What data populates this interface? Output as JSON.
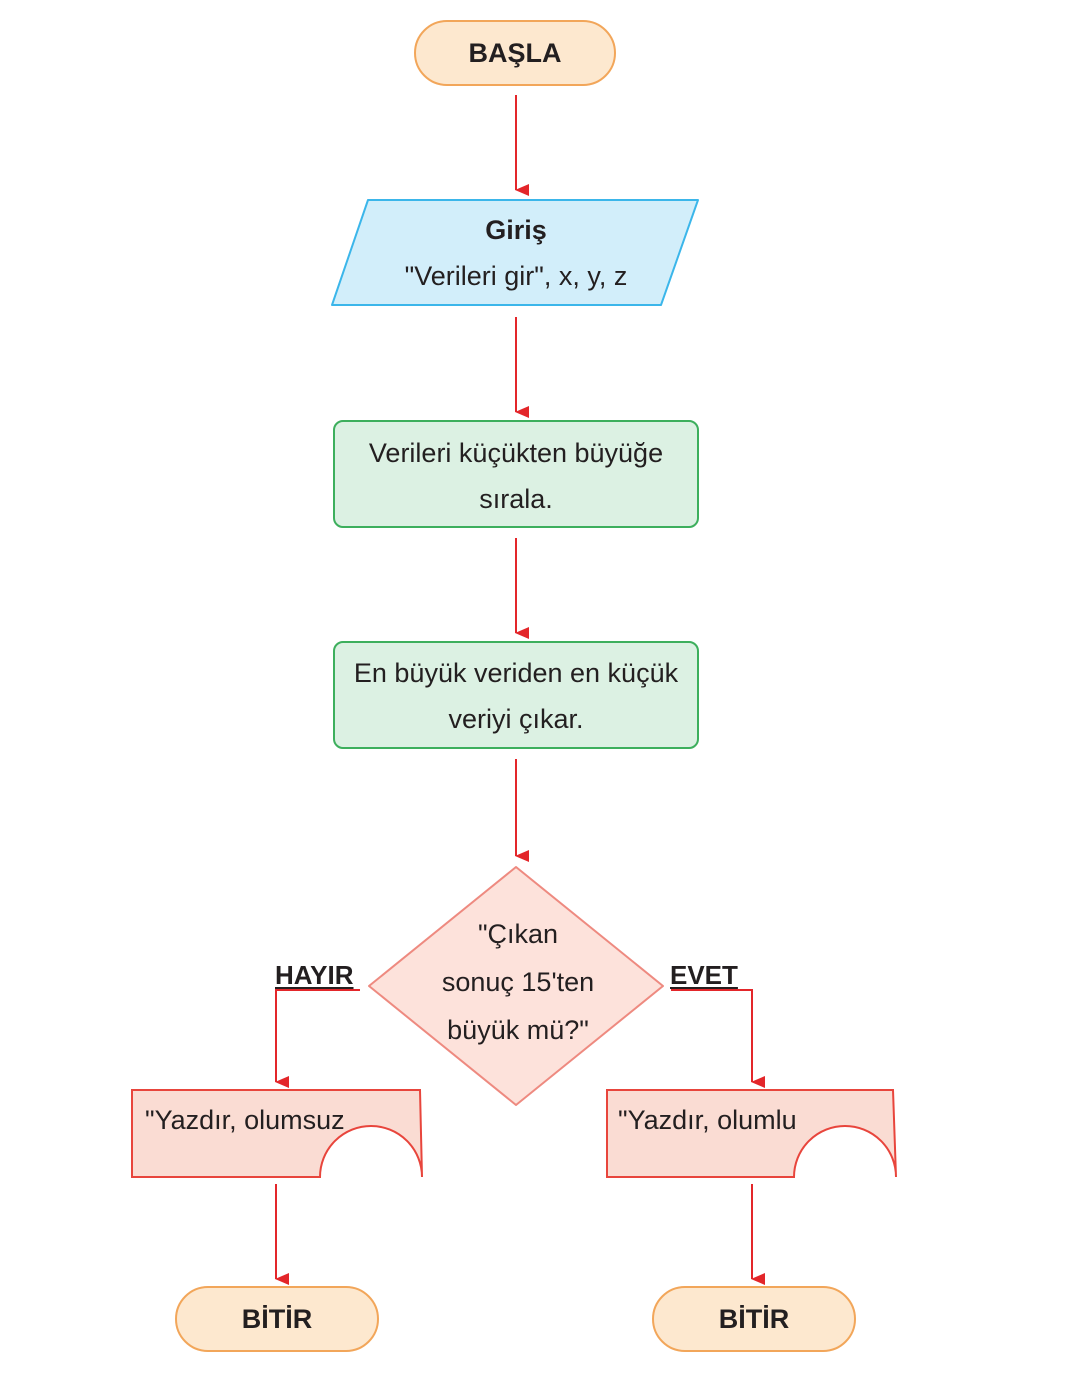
{
  "colors": {
    "terminal_fill": "#fde8cf",
    "terminal_stroke": "#f2a65a",
    "input_fill": "#d2eefa",
    "input_stroke": "#3bb6ea",
    "process_fill": "#dcf1e3",
    "process_stroke": "#3daf5d",
    "decision_fill": "#fde2db",
    "decision_stroke": "#ee8a80",
    "output_fill": "#fadcd3",
    "output_stroke": "#e8453c",
    "arrow": "#e3262a"
  },
  "start": {
    "label": "BAŞLA"
  },
  "input": {
    "title": "Giriş",
    "text": "\"Verileri gir\", x, y, z"
  },
  "process_sort": {
    "line1": "Verileri küçükten büyüğe",
    "line2": "sırala."
  },
  "process_subtract": {
    "line1": "En büyük veriden en küçük",
    "line2": "veriyi çıkar."
  },
  "decision": {
    "line1": "\"Çıkan",
    "line2": "sonuç 15'ten",
    "line3": "büyük mü?\""
  },
  "branch_no": {
    "label": "HAYIR",
    "output": "\"Yazdır, olumsuz",
    "end": "BİTİR"
  },
  "branch_yes": {
    "label": "EVET",
    "output": "\"Yazdır, olumlu",
    "end": "BİTİR"
  }
}
